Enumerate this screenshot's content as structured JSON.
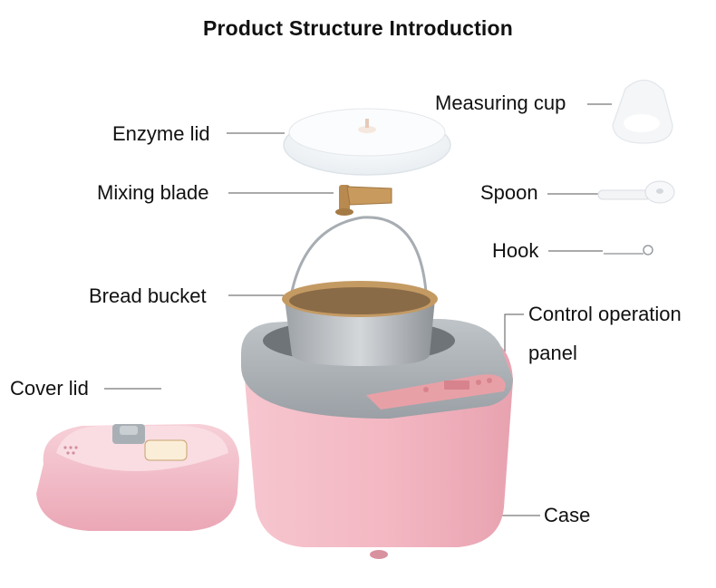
{
  "title": "Product Structure Introduction",
  "labels": {
    "measuring_cup": "Measuring cup",
    "enzyme_lid": "Enzyme lid",
    "mixing_blade": "Mixing blade",
    "spoon": "Spoon",
    "hook": "Hook",
    "bread_bucket": "Bread bucket",
    "control_panel_line1": "Control operation",
    "control_panel_line2": "panel",
    "cover_lid": "Cover lid",
    "case": "Case"
  },
  "colors": {
    "case_pink": "#f2b9c3",
    "grey_top": "#a9afb3",
    "bucket_gold": "#b58b5a"
  }
}
